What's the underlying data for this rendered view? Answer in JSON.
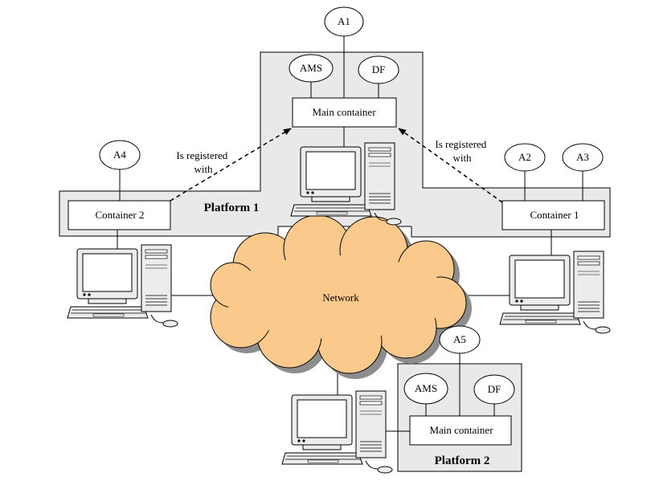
{
  "platform1": {
    "title": "Platform 1",
    "main_container": "Main container",
    "ams": "AMS",
    "df": "DF",
    "agent_main": "A1",
    "container2": {
      "label": "Container 2",
      "agent": "A4"
    },
    "container1": {
      "label": "Container 1",
      "agents": [
        "A2",
        "A3"
      ]
    }
  },
  "registration": {
    "left": [
      "Is registered",
      "with"
    ],
    "right": [
      "Is registered",
      "with"
    ]
  },
  "network": {
    "label": "Network"
  },
  "platform2": {
    "title": "Platform 2",
    "main_container": "Main container",
    "ams": "AMS",
    "df": "DF",
    "agent": "A5"
  }
}
